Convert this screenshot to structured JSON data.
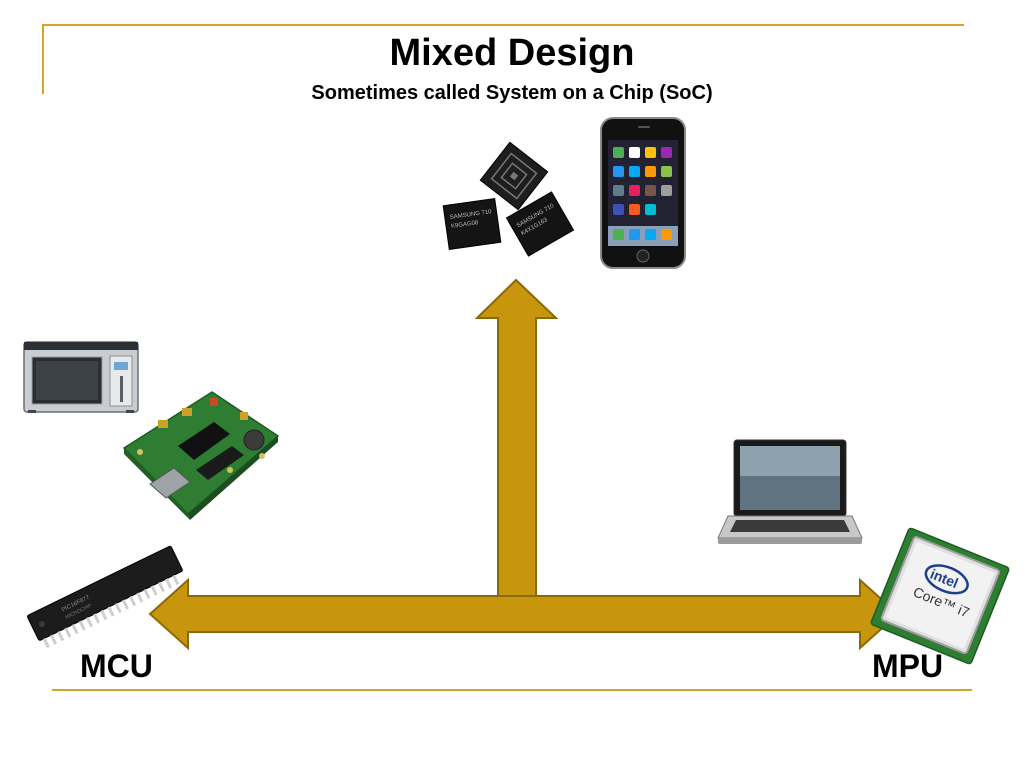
{
  "slide": {
    "title": "Mixed Design",
    "subtitle": "Sometimes called System on a Chip (SoC)",
    "left_label": "MCU",
    "right_label": "MPU"
  },
  "chip_labels": {
    "bga_left_line1": "SAMSUNG 710",
    "bga_left_line2": "K9GAG08",
    "bga_right_line1": "SAMSUNG 710",
    "bga_right_line2": "K4X1G163",
    "intel_logo": "intel",
    "intel_core": "Core™ i7"
  },
  "colors": {
    "arrow_fill": "#c8960c",
    "arrow_stroke": "#8a6a08",
    "rule": "#d4a52a"
  },
  "icons": [
    "microwave-icon",
    "circuit-board-icon",
    "dip-microcontroller-icon",
    "bga-chips-icon",
    "smartphone-icon",
    "laptop-icon",
    "cpu-processor-icon"
  ]
}
